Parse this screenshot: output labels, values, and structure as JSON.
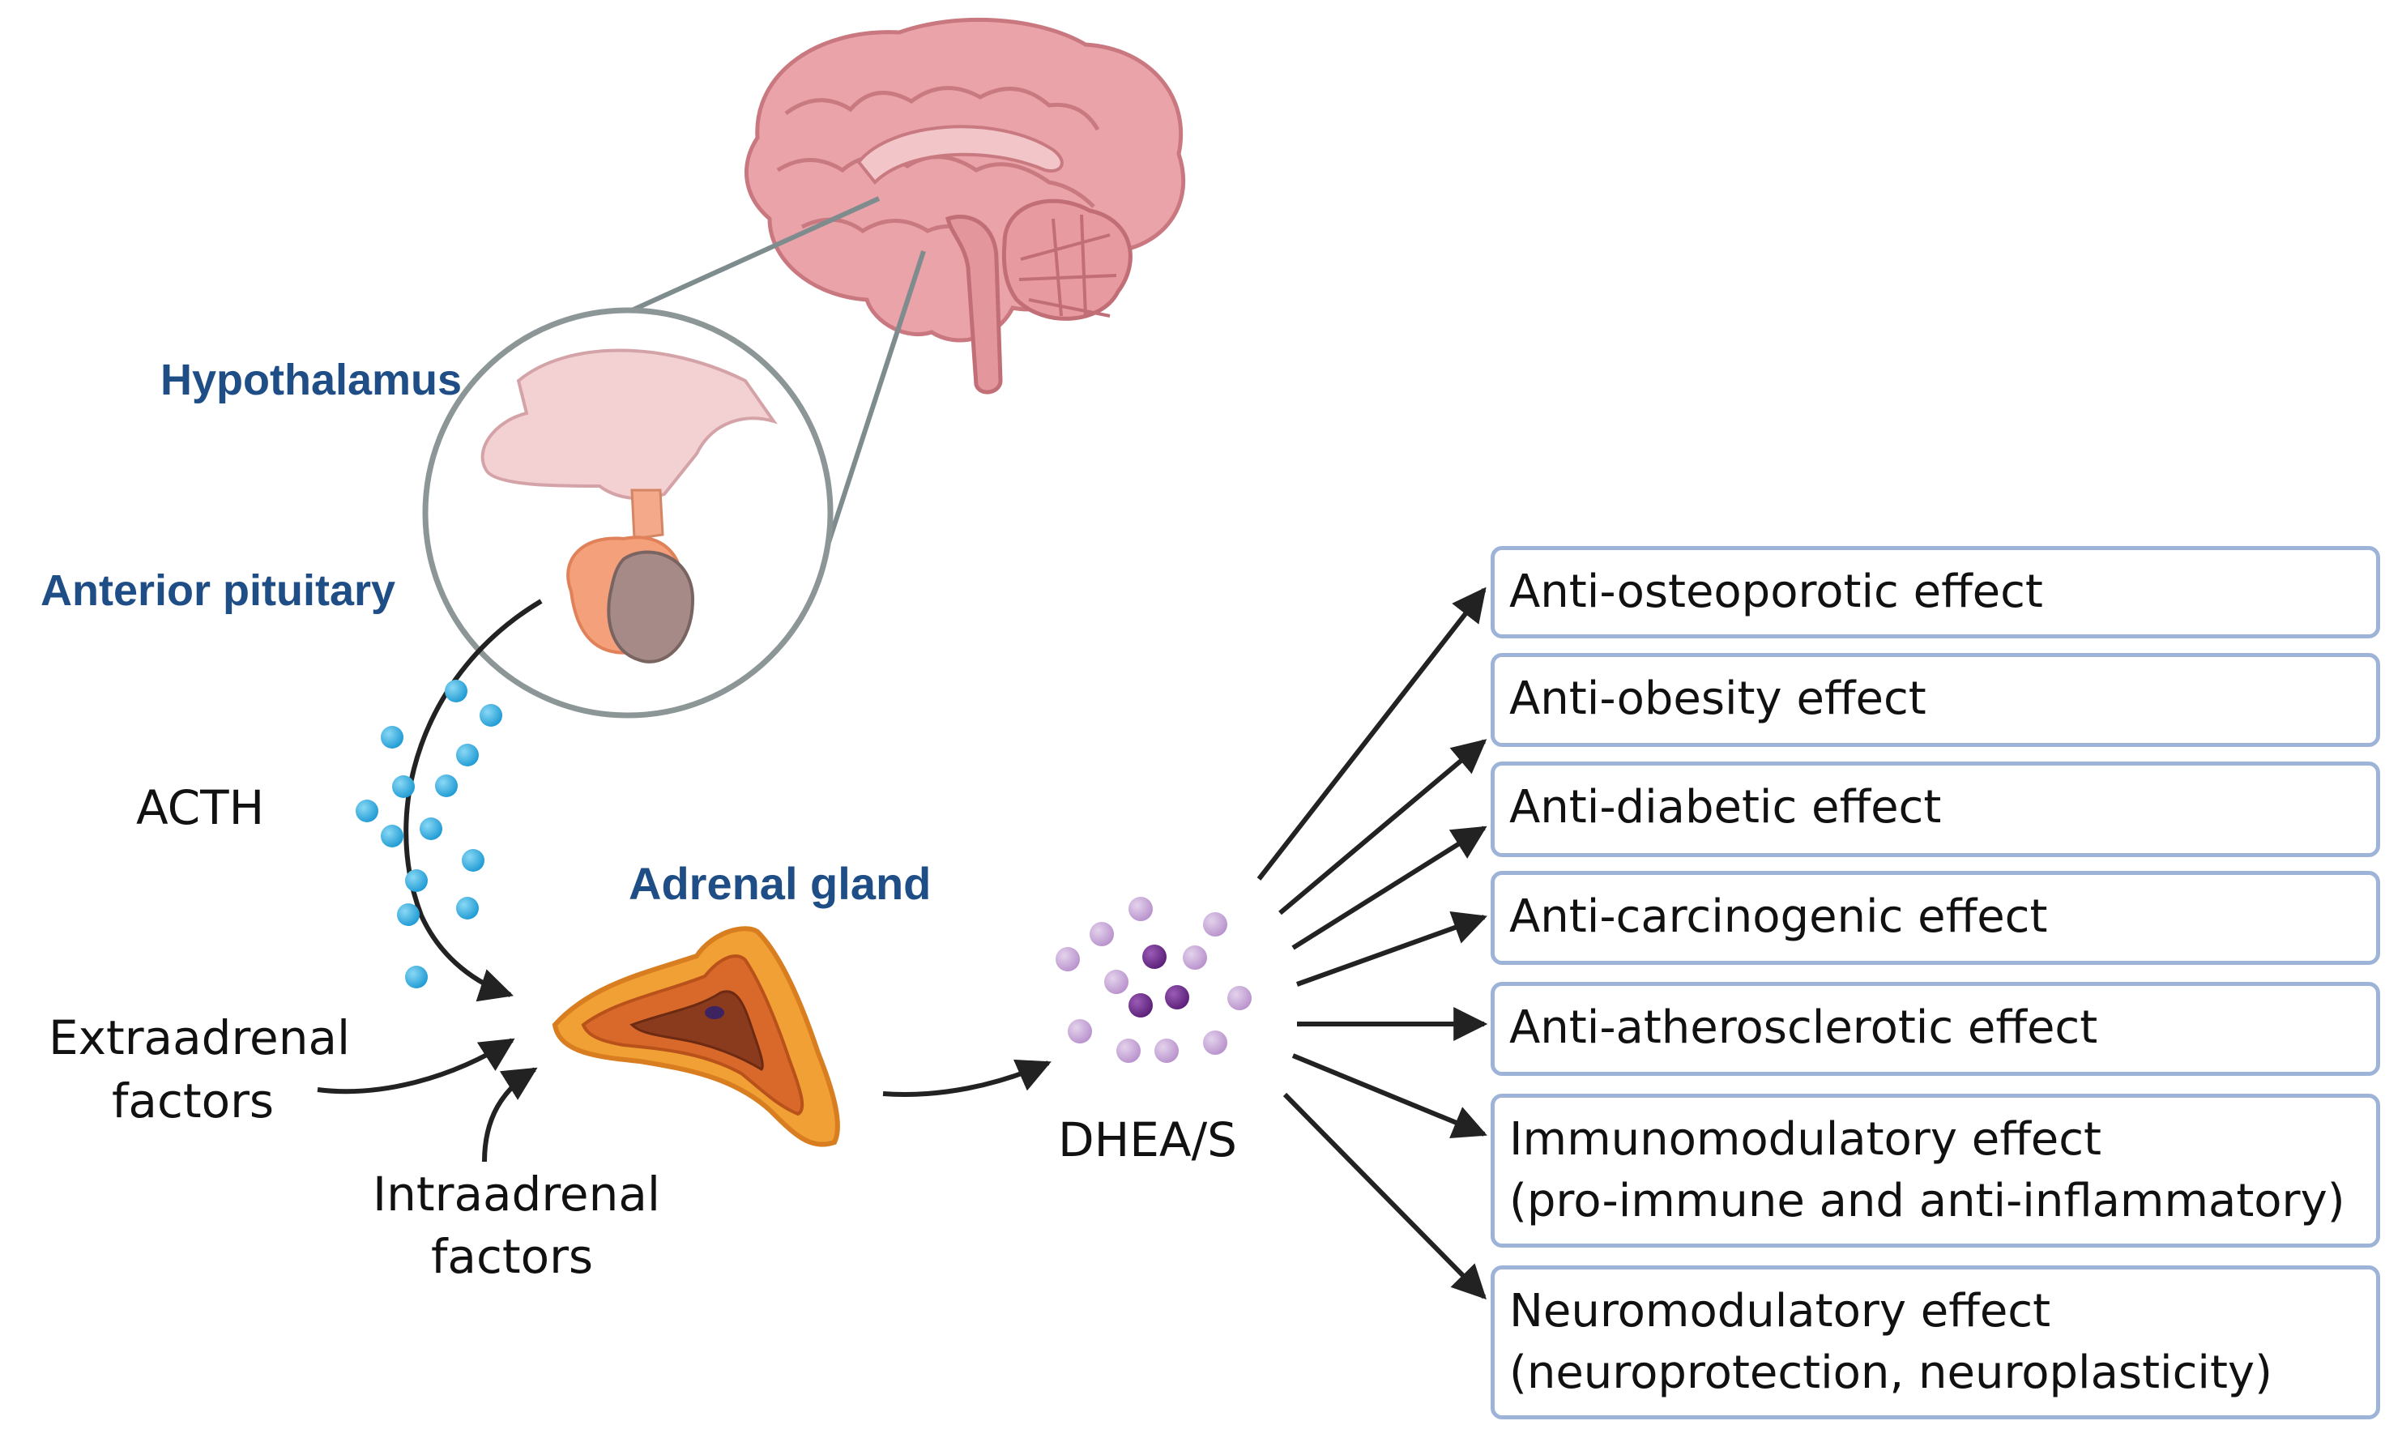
{
  "labels": {
    "hypothalamus": "Hypothalamus",
    "anterior_pituitary": "Anterior pituitary",
    "acth": "ACTH",
    "adrenal_gland": "Adrenal gland",
    "extraadrenal_line1": "Extraadrenal",
    "extraadrenal_line2": "factors",
    "intraadrenal_line1": "Intraadrenal",
    "intraadrenal_line2": "factors",
    "dhea": "DHEA/S"
  },
  "effects": [
    {
      "line1": "Anti-osteoporotic effect"
    },
    {
      "line1": "Anti-obesity effect"
    },
    {
      "line1": "Anti-diabetic effect"
    },
    {
      "line1": "Anti-carcinogenic effect"
    },
    {
      "line1": "Anti-atherosclerotic effect"
    },
    {
      "line1": "Immunomodulatory effect",
      "line2": "(pro-immune and anti-inflammatory)"
    },
    {
      "line1": "Neuromodulatory effect",
      "line2": "(neuroprotection, neuroplasticity)"
    }
  ],
  "colors": {
    "label_blue": "#1f4e86",
    "box_border": "#9db3d8",
    "acth_dot": "#29a9df",
    "dhea_dot_light": "#c7a6d6",
    "dhea_dot_dark": "#6a2b86",
    "brain": "#e9a3a8",
    "adrenal": "#e98a2e"
  }
}
